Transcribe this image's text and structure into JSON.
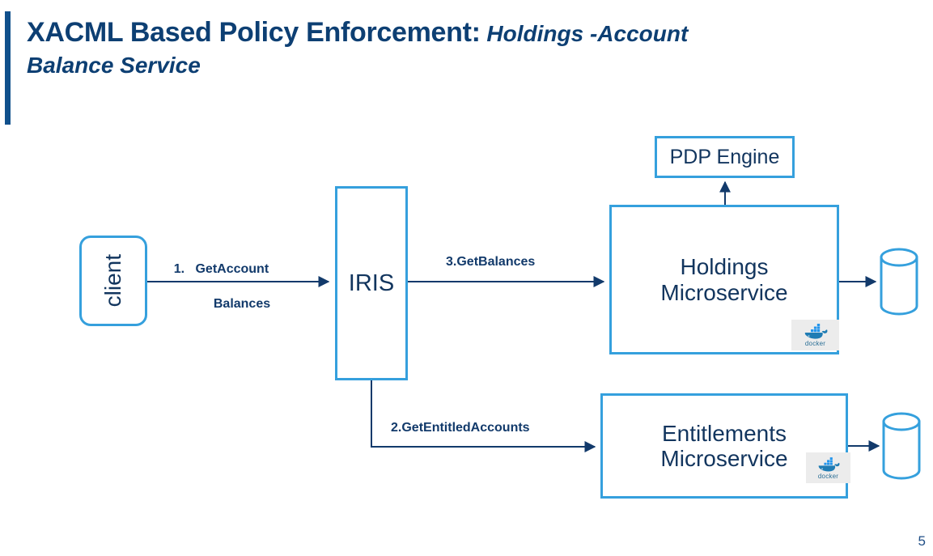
{
  "slide": {
    "page_number": "5",
    "accent_bar_color": "#10508c",
    "title": {
      "main": "XACML Based Policy Enforcement:",
      "emphasis": " Holdings -Account",
      "line2": "Balance Service",
      "color": "#0d3f73"
    }
  },
  "diagram": {
    "node_border_color": "#35a0dd",
    "node_text_color": "#12355e",
    "connector_color": "#123a6b",
    "nodes": {
      "client": {
        "label": "client",
        "shape": "rounded-rectangle",
        "rotated": true
      },
      "iris": {
        "label": "IRIS",
        "shape": "rectangle"
      },
      "pdp_engine": {
        "label": "PDP Engine",
        "shape": "rectangle"
      },
      "holdings": {
        "label_line1": "Holdings",
        "label_line2": "Microservice",
        "shape": "rectangle",
        "badge": "docker"
      },
      "entitlements": {
        "label_line1": "Entitlements",
        "label_line2": "Microservice",
        "shape": "rectangle",
        "badge": "docker"
      },
      "holdings_db": {
        "label": "",
        "shape": "cylinder"
      },
      "entitlements_db": {
        "label": "",
        "shape": "cylinder"
      }
    },
    "edges": [
      {
        "id": "edge-1",
        "from": "client",
        "to": "iris",
        "label_number": "1.",
        "label_line1": "GetAccount",
        "label_line2": "Balances"
      },
      {
        "id": "edge-3",
        "from": "iris",
        "to": "holdings",
        "label": "3.GetBalances"
      },
      {
        "id": "edge-2",
        "from": "iris",
        "to": "entitlements",
        "label": "2.GetEntitledAccounts"
      },
      {
        "id": "edge-pdp",
        "from": "holdings",
        "to": "pdp_engine",
        "label": ""
      },
      {
        "id": "edge-holdings-db",
        "from": "holdings",
        "to": "holdings_db",
        "label": ""
      },
      {
        "id": "edge-entitlements-db",
        "from": "entitlements",
        "to": "entitlements_db",
        "label": ""
      }
    ],
    "badges": {
      "docker_word": "docker"
    }
  }
}
